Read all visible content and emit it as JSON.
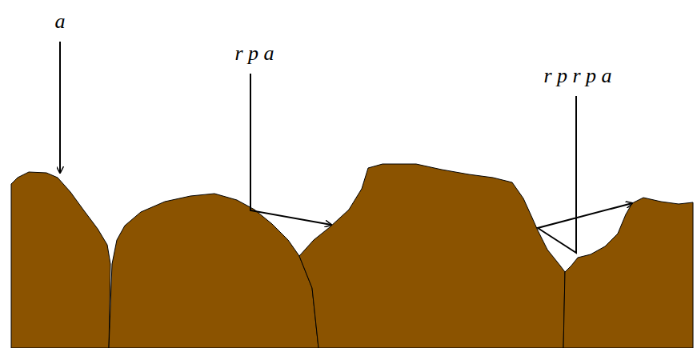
{
  "diagram": {
    "labels": [
      "a",
      "r p a",
      "r p r p a"
    ]
  }
}
